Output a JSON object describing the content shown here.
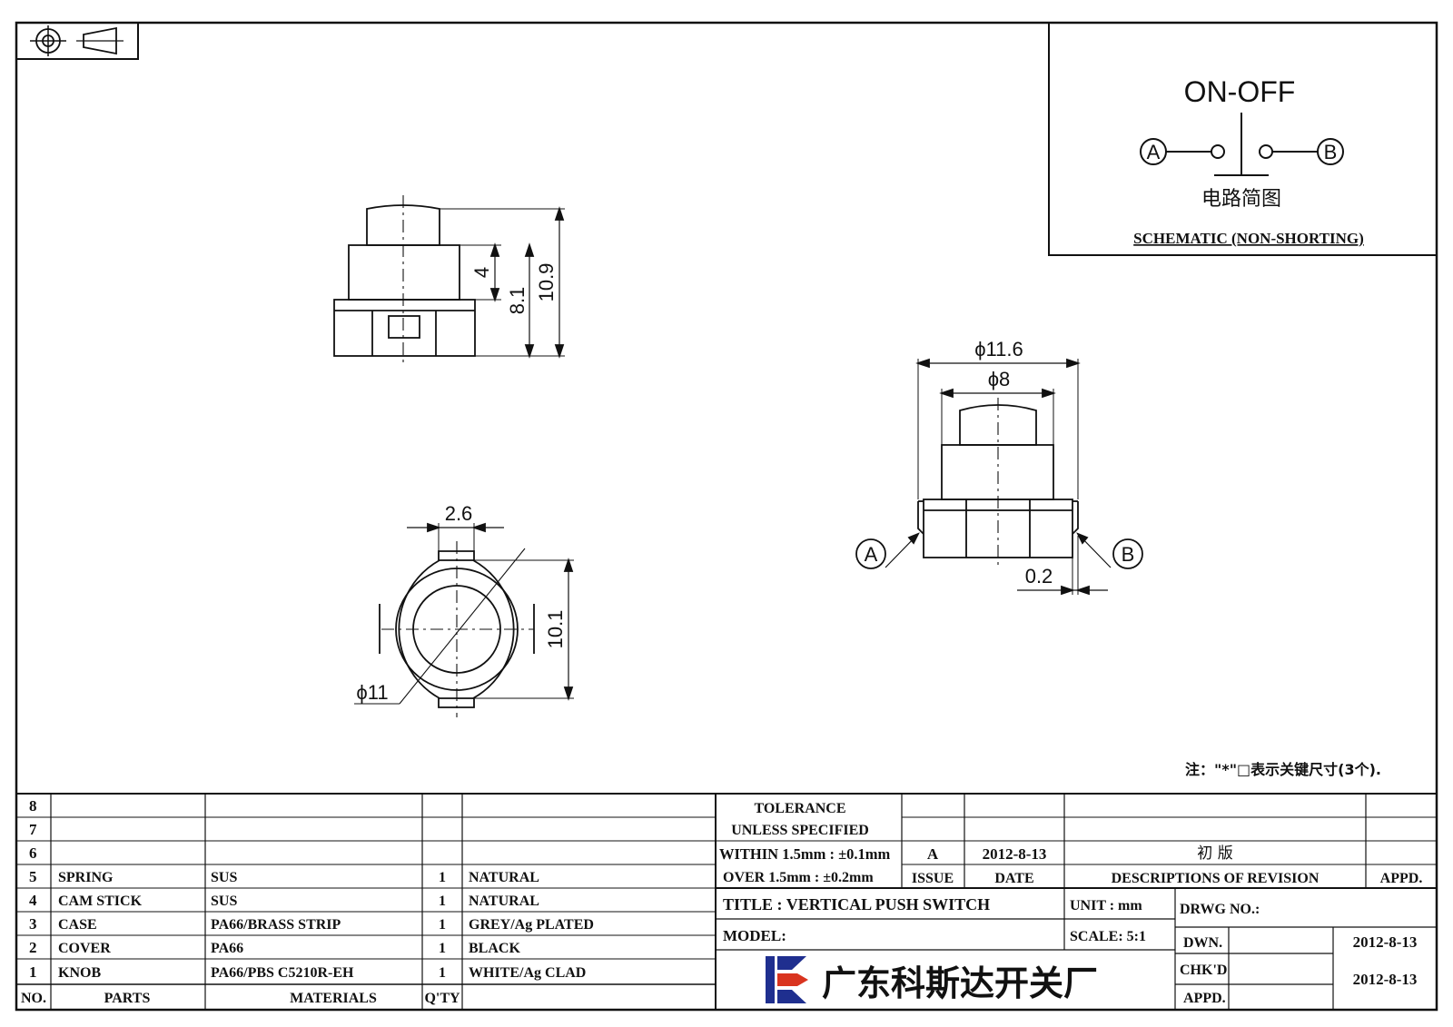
{
  "dimensions": {
    "side_top": "4",
    "side_mid": "8.1",
    "side_total": "10.9",
    "front_outer_dia": "ϕ11.6",
    "front_inner_dia": "ϕ8",
    "front_gap": "0.2",
    "bottom_width": "2.6",
    "bottom_height": "10.1",
    "bottom_dia": "ϕ11"
  },
  "terminals": {
    "a": "A",
    "b": "B"
  },
  "schematic": {
    "title": "ON-OFF",
    "subtitle_cn": "电路简图",
    "caption": "SCHEMATIC (NON-SHORTING)"
  },
  "note": "注：\"*\"□表示关键尺寸(3个).",
  "parts_table": {
    "header": {
      "no": "NO.",
      "parts": "PARTS",
      "materials": "MATERIALS",
      "qty": "Q'TY"
    },
    "rows": [
      {
        "no": "8",
        "part": "",
        "material": "",
        "qty": "",
        "finish": ""
      },
      {
        "no": "7",
        "part": "",
        "material": "",
        "qty": "",
        "finish": ""
      },
      {
        "no": "6",
        "part": "",
        "material": "",
        "qty": "",
        "finish": ""
      },
      {
        "no": "5",
        "part": "SPRING",
        "material": "SUS",
        "qty": "1",
        "finish": "NATURAL"
      },
      {
        "no": "4",
        "part": "CAM STICK",
        "material": "SUS",
        "qty": "1",
        "finish": "NATURAL"
      },
      {
        "no": "3",
        "part": "CASE",
        "material": "PA66/BRASS STRIP",
        "qty": "1",
        "finish": "GREY/Ag PLATED"
      },
      {
        "no": "2",
        "part": "COVER",
        "material": "PA66",
        "qty": "1",
        "finish": "BLACK"
      },
      {
        "no": "1",
        "part": "KNOB",
        "material": "PA66/PBS C5210R-EH",
        "qty": "1",
        "finish": "WHITE/Ag CLAD"
      }
    ]
  },
  "tolerance": {
    "line1": "TOLERANCE",
    "line2": "UNLESS  SPECIFIED",
    "line3": "WITHIN 1.5mm : ±0.1mm",
    "line4": "OVER 1.5mm : ±0.2mm"
  },
  "revision": {
    "issue": "A",
    "date": "2012-8-13",
    "description": "初 版",
    "issue_label": "ISSUE",
    "date_label": "DATE",
    "desc_label": "DESCRIPTIONS OF REVISION",
    "appd_label": "APPD."
  },
  "title_block": {
    "title": "TITLE :  VERTICAL PUSH SWITCH",
    "unit": "UNIT :  mm",
    "drwg_no": "DRWG NO.:",
    "model": "MODEL:",
    "scale": "SCALE:  5:1",
    "dwn_label": "DWN.",
    "dwn_date": "2012-8-13",
    "chkd_label": "CHK'D",
    "chkd_date": "2012-8-13",
    "appd_label": "APPD.",
    "company": "广东科斯达开关厂"
  },
  "colors": {
    "line": "#111111",
    "logo_blue": "#1f2f8f",
    "logo_red": "#d9341f"
  }
}
